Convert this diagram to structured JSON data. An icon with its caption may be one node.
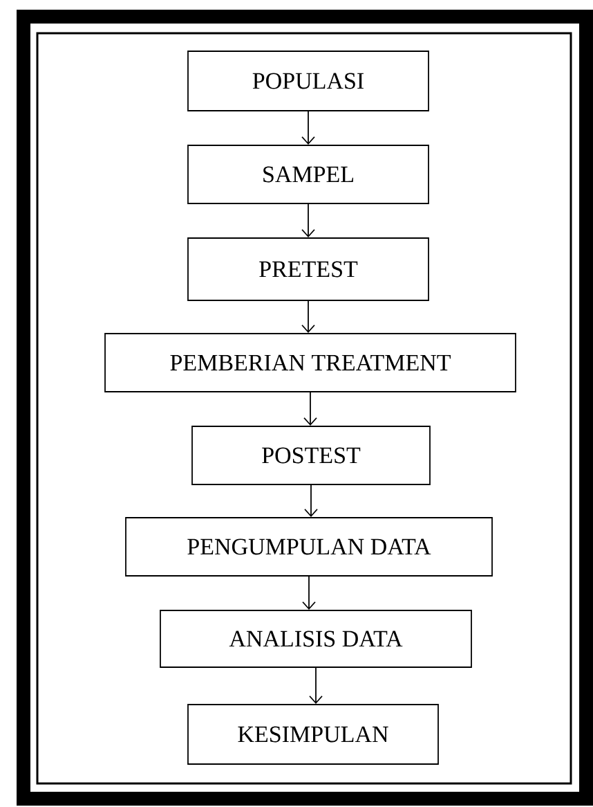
{
  "diagram": {
    "nodes": [
      {
        "text": [
          "POPULASI"
        ]
      },
      {
        "text": [
          "SAMPEL"
        ]
      },
      {
        "text": [
          "PRETEST"
        ]
      },
      {
        "text": [
          "PEMBERIAN TREATMENT"
        ]
      },
      {
        "text": [
          "POSTEST"
        ]
      },
      {
        "text": [
          "PENGUMPULAN DATA"
        ]
      },
      {
        "text": [
          "ANALISIS DATA"
        ]
      },
      {
        "text": [
          "KESIMPULAN"
        ]
      }
    ],
    "edges": [
      {
        "from": 0,
        "to": 1,
        "arrow": "to"
      },
      {
        "from": 1,
        "to": 2,
        "arrow": "to"
      },
      {
        "from": 2,
        "to": 3,
        "arrow": "to"
      },
      {
        "from": 3,
        "to": 4,
        "arrow": "to"
      },
      {
        "from": 4,
        "to": 5,
        "arrow": "to"
      },
      {
        "from": 5,
        "to": 6,
        "arrow": "to"
      },
      {
        "from": 6,
        "to": 7,
        "arrow": "to"
      }
    ]
  }
}
